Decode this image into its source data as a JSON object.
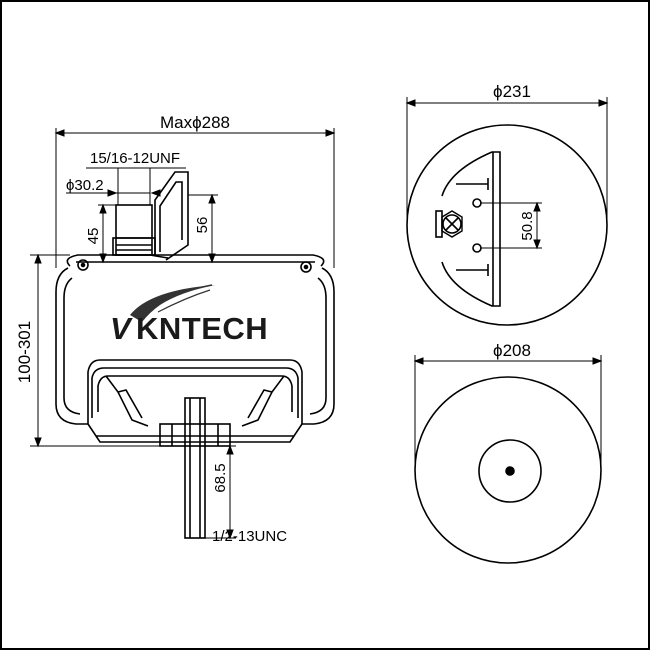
{
  "brand": {
    "name": "KNTECH",
    "initial_mark": "V"
  },
  "dimensions": {
    "max_diameter": "Maxϕ288",
    "top_thread": "15/16-12UNF",
    "stud_diameter": "ϕ30.2",
    "stud_height": "45",
    "bracket_height": "56",
    "height_range": "100-301",
    "bottom_stud_length": "68.5",
    "bottom_thread": "1/2-13UNC",
    "top_view_diameter": "ϕ231",
    "hole_spacing": "50.8",
    "bottom_view_diameter": "ϕ208"
  }
}
